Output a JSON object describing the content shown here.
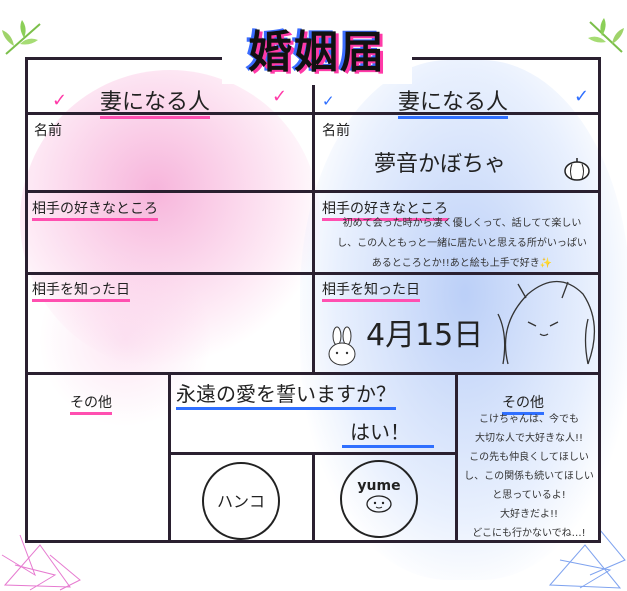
{
  "title": "婚姻届",
  "left": {
    "header": "妻になる人",
    "name_label": "名前",
    "like_label": "相手の好きなところ",
    "met_label": "相手を知った日",
    "other_label": "その他",
    "stamp_text": "ハンコ"
  },
  "right": {
    "header": "妻になる人",
    "name_label": "名前",
    "name_value": "夢音かぼちゃ",
    "like_label": "相手の好きなところ",
    "like_lines": [
      "初めて会った時から凄く優しくって、話してて楽しい",
      "し、この人ともっと一緒に居たいと思える所がいっぱい",
      "あるところとか!!あと絵も上手で好き✨"
    ],
    "met_label": "相手を知った日",
    "met_value": "4月15日",
    "other_label": "その他",
    "other_lines": [
      "こけちゃんは、今でも",
      "大切な人で大好きな人!!",
      "この先も仲良くしてほしい",
      "し、この関係も続いてほしい",
      "と思っているよ!",
      "大好きだよ!!",
      "どこにも行かないでね…!"
    ],
    "stamp_text": "yume"
  },
  "vow": {
    "question": "永遠の愛を誓いますか？",
    "answer": "はい！"
  },
  "colors": {
    "pink": "#ff4fb0",
    "blue": "#2f6fff",
    "line": "#2a2030"
  }
}
